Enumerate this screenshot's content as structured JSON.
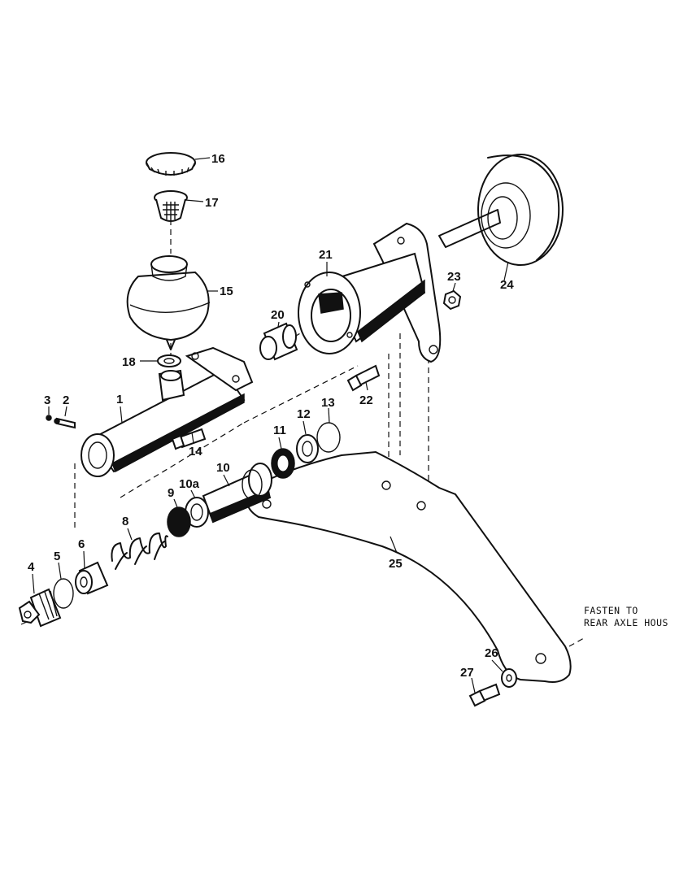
{
  "labels": {
    "p1": "1",
    "p2": "2",
    "p3": "3",
    "p4": "4",
    "p5": "5",
    "p6": "6",
    "p8": "8",
    "p9": "9",
    "p10": "10",
    "p10a": "10a",
    "p11": "11",
    "p12": "12",
    "p13": "13",
    "p14": "14",
    "p15": "15",
    "p16": "16",
    "p17": "17",
    "p18": "18",
    "p20": "20",
    "p21": "21",
    "p22": "22",
    "p23": "23",
    "p24": "24",
    "p25": "25",
    "p26": "26",
    "p27": "27"
  },
  "note": {
    "line1": "FASTEN TO",
    "line2": "REAR AXLE HOUS"
  }
}
